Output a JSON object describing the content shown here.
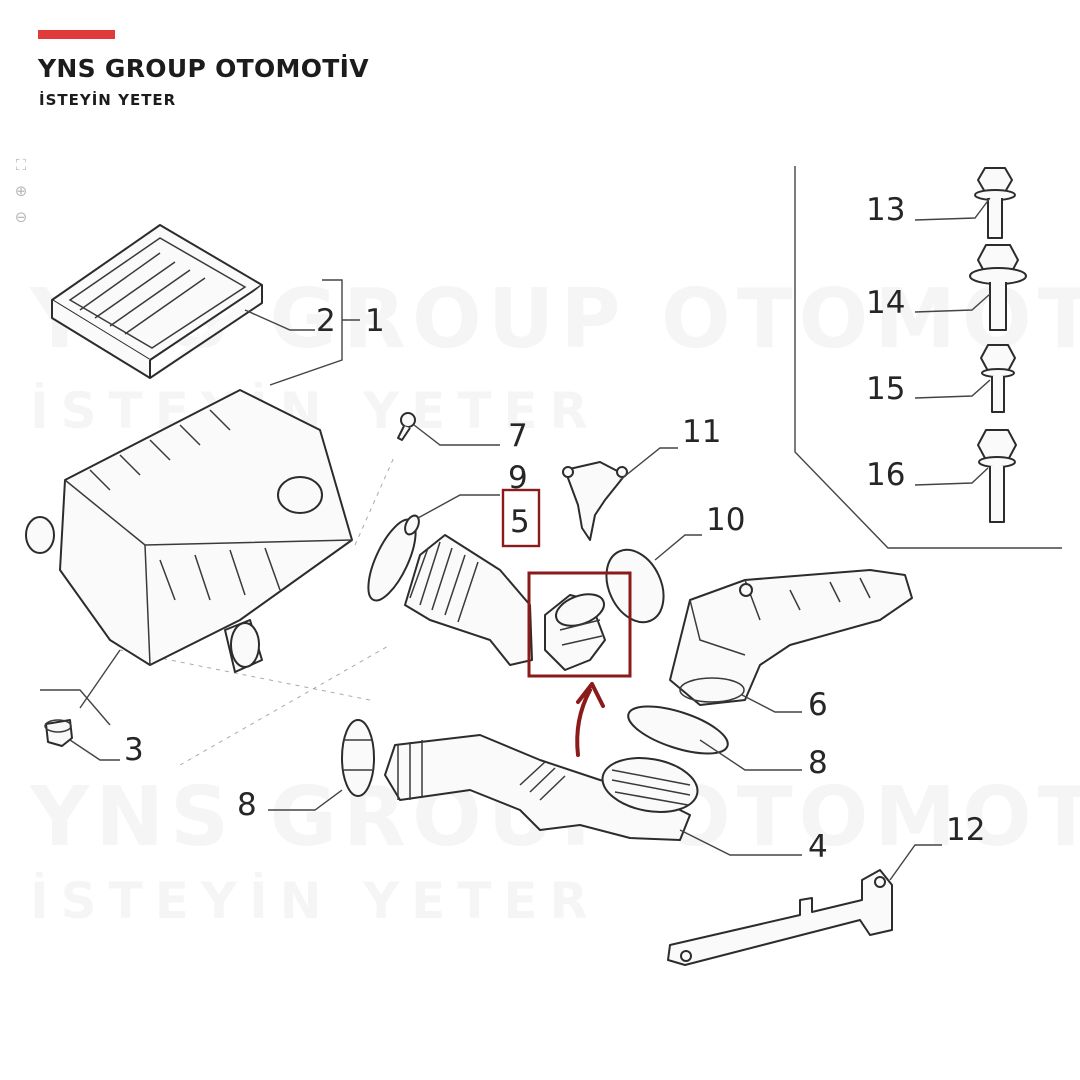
{
  "brand": {
    "title": "YNS GROUP OTOMOTİV",
    "subtitle": "İSTEYİN YETER",
    "accent_color": "#e03a3a"
  },
  "watermark": {
    "line1": "YNS GROUP OTOMOTİV",
    "line2": "İSTEYİN YETER"
  },
  "highlight": {
    "color": "#8b1a1a",
    "part_label": "5"
  },
  "viewer_tools": {
    "fit": "fit-page-icon",
    "zoom_in": "zoom-in-icon",
    "zoom_out": "zoom-out-icon"
  },
  "callouts": {
    "p1": "1",
    "p2": "2",
    "p3": "3",
    "p4": "4",
    "p5": "5",
    "p6": "6",
    "p7": "7",
    "p8a": "8",
    "p8b": "8",
    "p9": "9",
    "p10": "10",
    "p11": "11",
    "p12": "12",
    "p13": "13",
    "p14": "14",
    "p15": "15",
    "p16": "16"
  }
}
